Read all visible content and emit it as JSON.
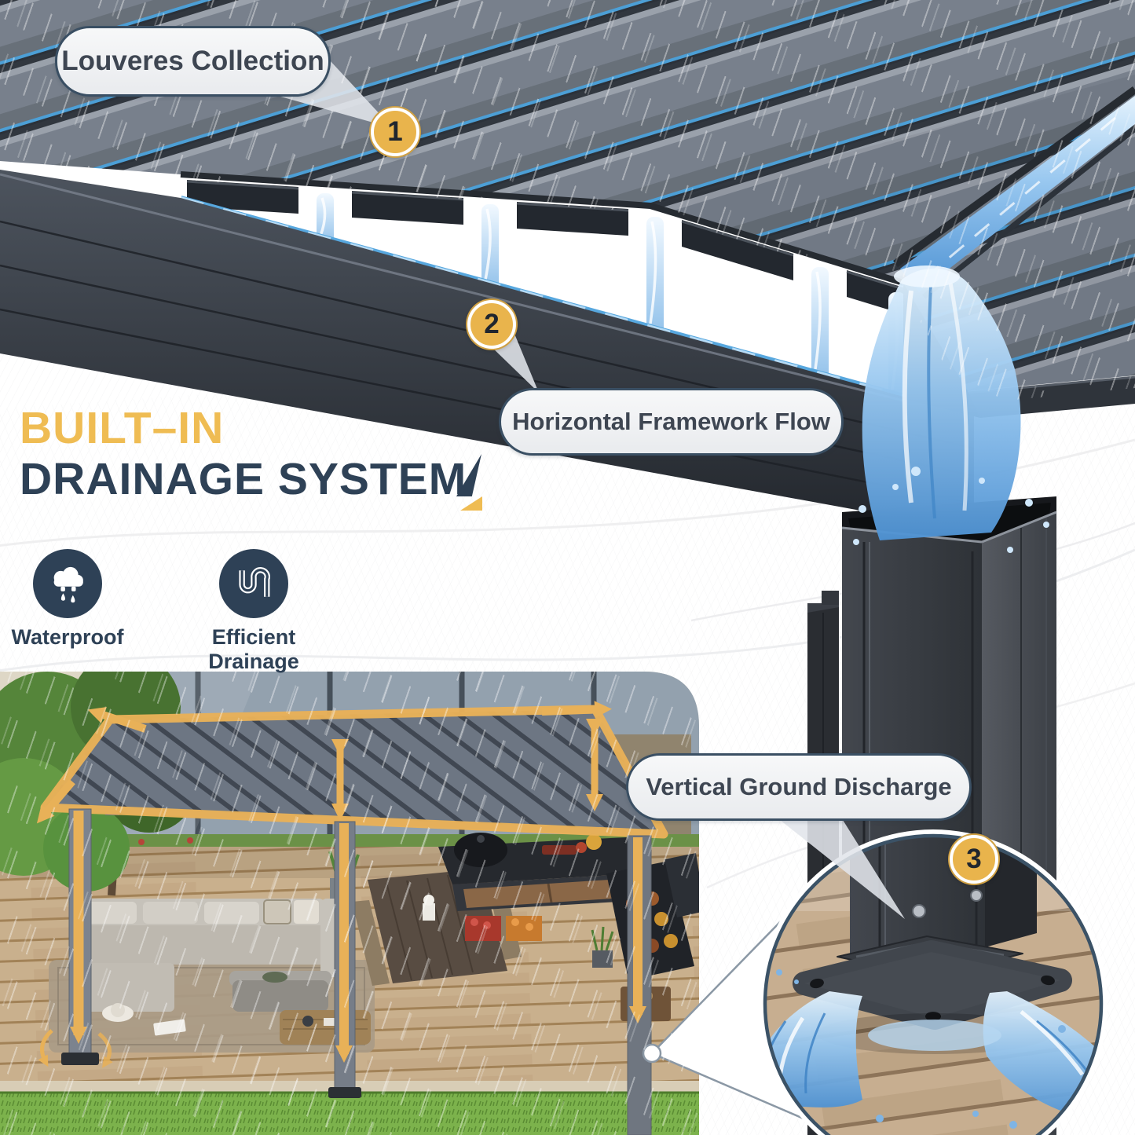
{
  "title": {
    "line1": "BUILT–IN",
    "line2": "DRAINAGE SYSTEM"
  },
  "callouts": [
    {
      "number": "1",
      "label": "Louveres Collection"
    },
    {
      "number": "2",
      "label": "Horizontal Framework Flow"
    },
    {
      "number": "3",
      "label": "Vertical Ground Discharge"
    }
  ],
  "features": [
    {
      "icon": "rain-cloud-icon",
      "label": "Waterproof"
    },
    {
      "icon": "drain-pipe-icon",
      "label": "Efficient Drainage"
    }
  ],
  "colors": {
    "accent_gold": "#E9B44C",
    "heading_gold": "#EFBC53",
    "navy": "#2E4156",
    "callout_border": "#3A4F63",
    "water_blue": "#57A7DE",
    "louver_gray": "#737A86",
    "post_charcoal": "#34383E"
  }
}
